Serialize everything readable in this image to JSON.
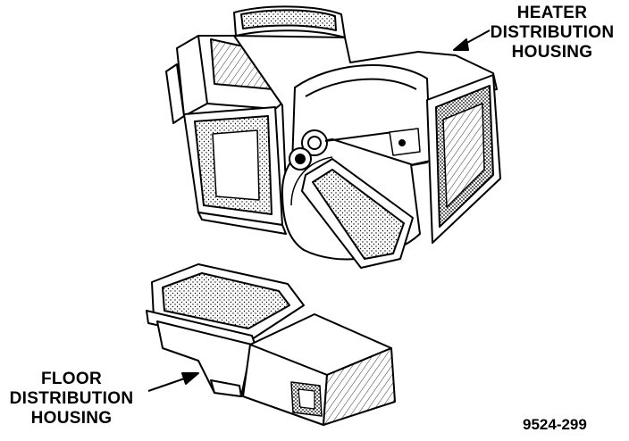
{
  "callouts": {
    "heater_distribution_housing": [
      "HEATER",
      "DISTRIBUTION",
      "HOUSING"
    ],
    "floor_distribution_housing": [
      "FLOOR",
      "DISTRIBUTION",
      "HOUSING"
    ]
  },
  "figure_number": "9524-299",
  "colors": {
    "ink": "#000000",
    "paper": "#ffffff"
  }
}
